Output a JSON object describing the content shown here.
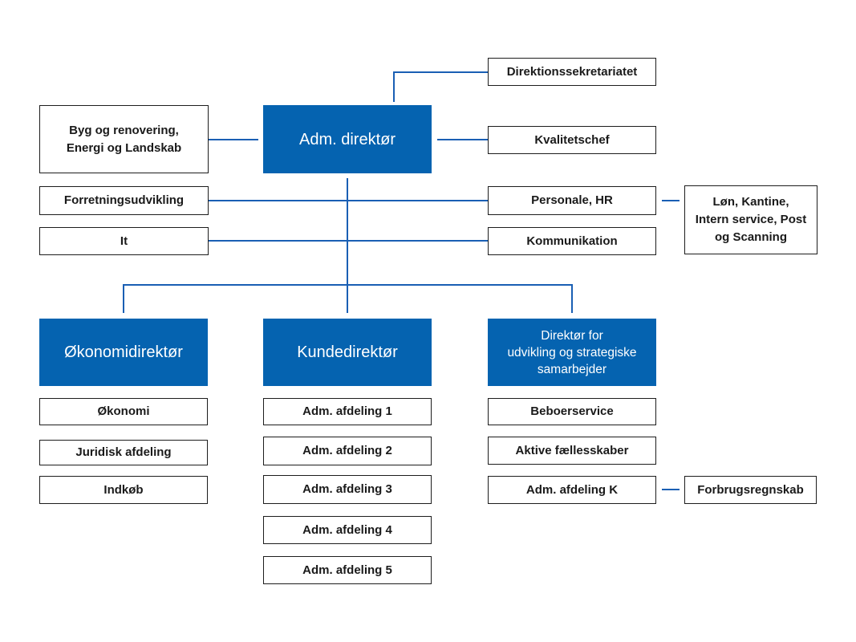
{
  "colors": {
    "primary": "#0563b0",
    "line": "#1a5fb4",
    "border": "#1d1d1d"
  },
  "top": {
    "ceo": "Adm. direktør",
    "secretariat": "Direktionssekretariatet",
    "quality": "Kvalitetschef",
    "construction": "Byg og renovering,\nEnergi og Landskab",
    "business_dev": "Forretningsudvikling",
    "it": "It",
    "hr": "Personale, HR",
    "hr_sub": "Løn, Kantine,\nIntern service, Post\nog Scanning",
    "communication": "Kommunikation"
  },
  "directors": [
    {
      "title": "Økonomidirektør",
      "units": [
        "Økonomi",
        "Juridisk afdeling",
        "Indkøb"
      ]
    },
    {
      "title": "Kundedirektør",
      "units": [
        "Adm. afdeling 1",
        "Adm. afdeling 2",
        "Adm. afdeling 3",
        "Adm. afdeling 4",
        "Adm. afdeling 5"
      ]
    },
    {
      "title": "Direktør for\nudvikling og strategiske\nsamarbejder",
      "units": [
        "Beboerservice",
        "Aktive fællesskaber",
        "Adm. afdeling K"
      ]
    }
  ],
  "extra": {
    "consumption": "Forbrugsregnskab"
  }
}
